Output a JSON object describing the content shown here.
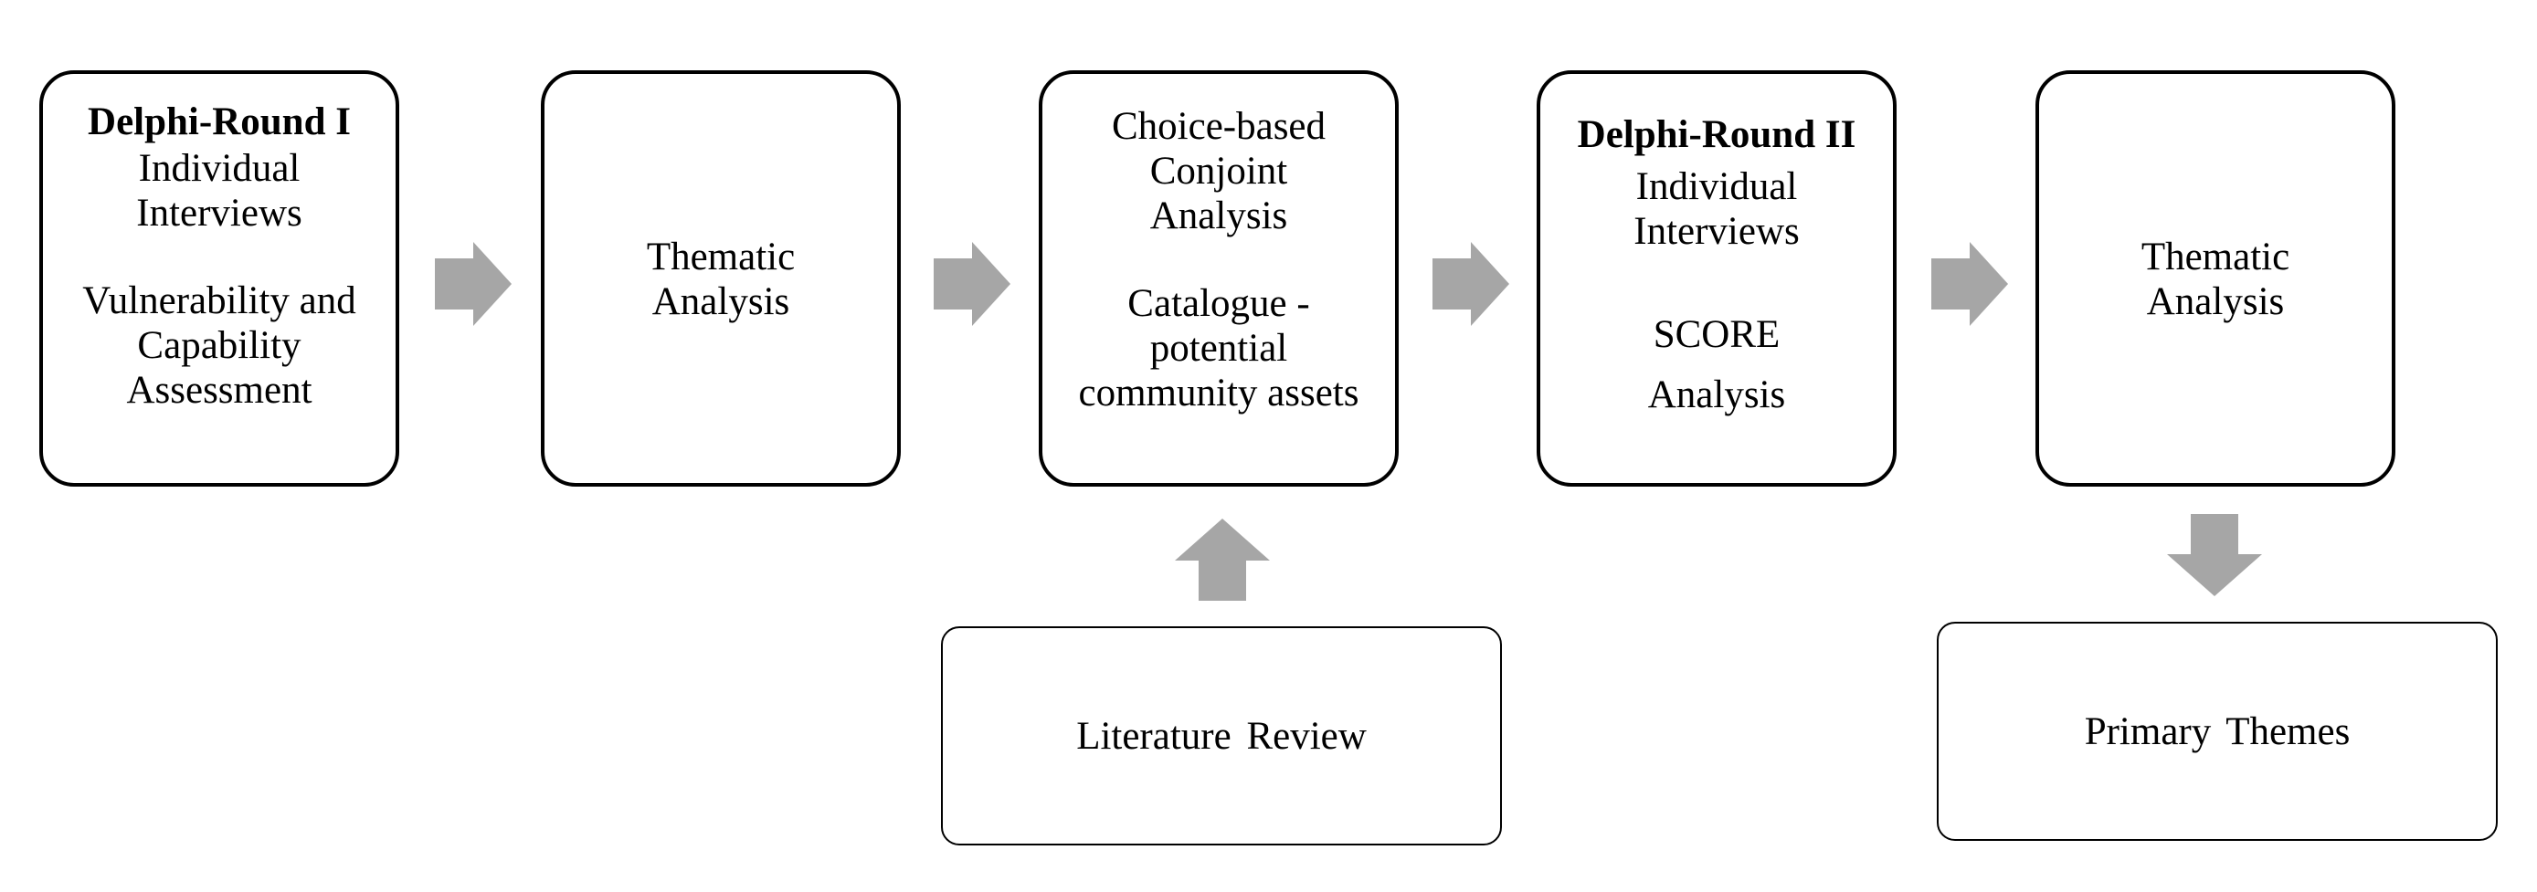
{
  "diagram": {
    "boxes": [
      {
        "id": "box1",
        "title": "Delphi-Round I",
        "lines_a": [
          "Individual",
          "Interviews"
        ],
        "lines_b": [
          "Vulnerability and",
          "Capability",
          "Assessment"
        ]
      },
      {
        "id": "box2",
        "lines": [
          "Thematic",
          "Analysis"
        ]
      },
      {
        "id": "box3",
        "lines_a": [
          "Choice-based",
          "Conjoint",
          "Analysis"
        ],
        "lines_b": [
          "Catalogue -",
          "potential",
          "community assets"
        ]
      },
      {
        "id": "box4",
        "title": "Delphi-Round II",
        "lines_a": [
          "Individual",
          "Interviews"
        ],
        "lines_b": [
          "SCORE",
          "Analysis"
        ]
      },
      {
        "id": "box5",
        "lines": [
          "Thematic",
          "Analysis"
        ]
      }
    ],
    "literature_review": "Literature Review",
    "primary_themes": "Primary Themes",
    "colors": {
      "arrow": "#a6a6a6",
      "border": "#000000",
      "text": "#000000"
    }
  }
}
